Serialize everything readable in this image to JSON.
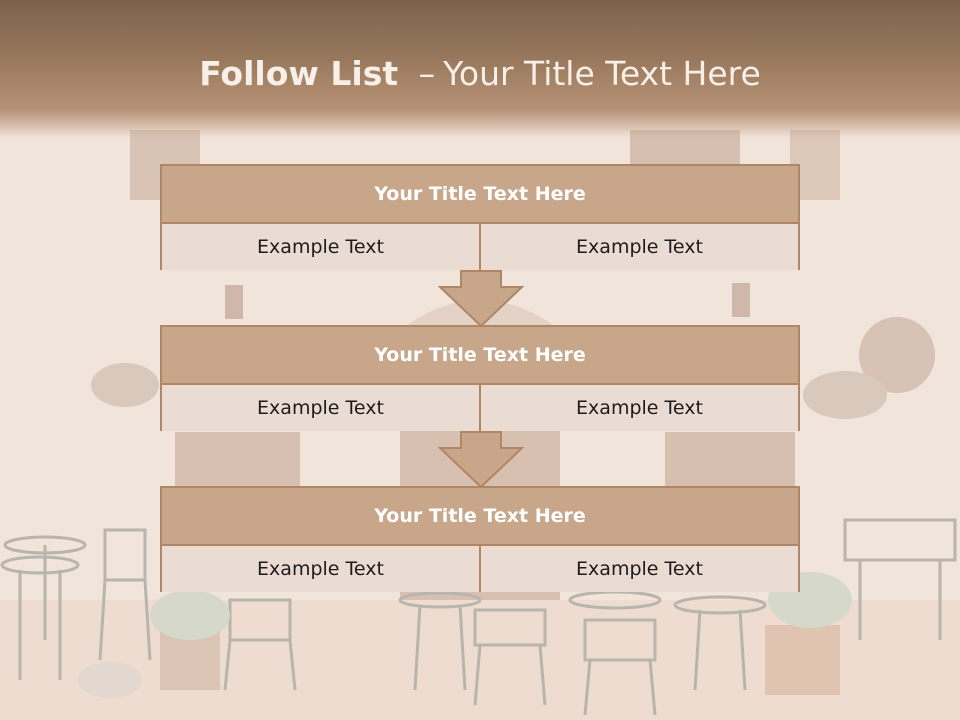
{
  "slide": {
    "title_bold": "Follow List",
    "title_dash": "–",
    "title_rest": "Your Title Text Here"
  },
  "steps": [
    {
      "title": "Your Title Text Here",
      "left": "Example Text",
      "right": "Example Text"
    },
    {
      "title": "Your Title Text Here",
      "left": "Example Text",
      "right": "Example Text"
    },
    {
      "title": "Your Title Text Here",
      "left": "Example Text",
      "right": "Example Text"
    }
  ],
  "colors": {
    "header_band": "#8a6d54",
    "box_header": "#c8a68a",
    "box_body": "#ebdcd3",
    "border": "#b08664",
    "arrow_fill": "#c8a68a"
  },
  "icons": [
    "down-arrow-icon"
  ]
}
